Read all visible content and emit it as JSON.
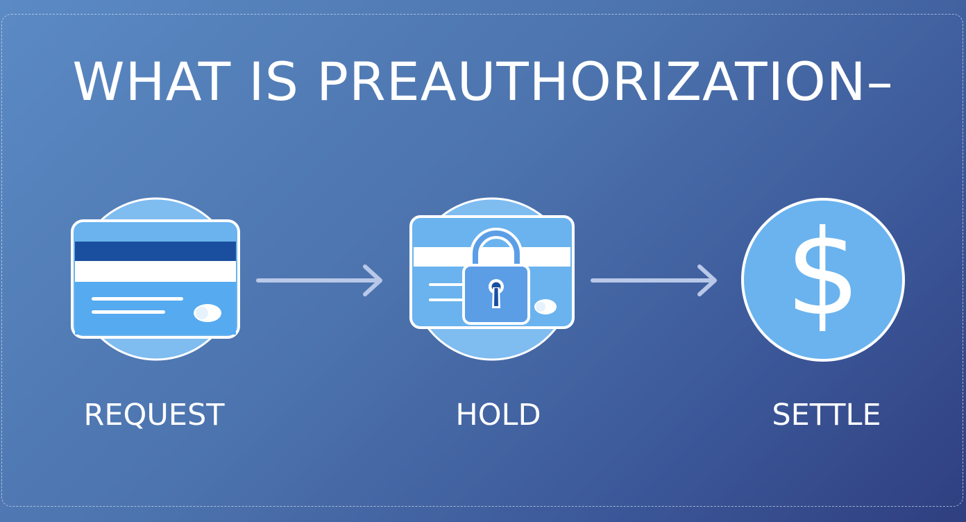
{
  "title": "WHAT IS PREAUTHORIZATION–",
  "stages": [
    {
      "label": "REQUEST",
      "icon": "credit-card-icon"
    },
    {
      "label": "HOLD",
      "icon": "locked-card-icon"
    },
    {
      "label": "SETTLE",
      "icon": "dollar-coin-icon"
    }
  ],
  "settle_symbol": "$",
  "colors": {
    "background_start": "#5b8ac4",
    "background_end": "#2f3f80",
    "icon_fill": "#6ab3ee",
    "icon_circle": "#7fbcf0",
    "stripe_dark": "#1a4fa0",
    "lock_fill": "#5b9ee6",
    "outline": "#ffffff",
    "arrow": "#b9c8e8"
  }
}
